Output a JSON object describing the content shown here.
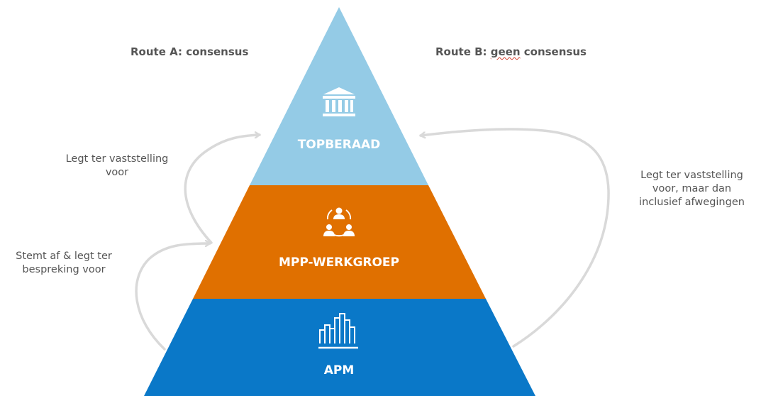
{
  "route_a_label": "Route A: consensus",
  "route_b_label_pre": "Route B: ",
  "route_b_label_word": "geen",
  "route_b_label_post": " consensus",
  "annotations": {
    "left_top": [
      "Legt ter vaststelling",
      "voor"
    ],
    "left_bottom": [
      "Stemt af & legt ter",
      "bespreking voor"
    ],
    "right": [
      "Legt ter vaststelling",
      "voor, maar dan",
      "inclusief afwegingen"
    ]
  },
  "tiers": {
    "top": {
      "label": "TOPBERAAD",
      "color": "#94cbe6",
      "icon": "building-icon"
    },
    "middle": {
      "label": "MPP-WERKGROEP",
      "color": "#e07000",
      "icon": "team-icon"
    },
    "bottom": {
      "label": "APM",
      "color": "#0a78c8",
      "icon": "bar-chart-icon"
    }
  },
  "arrow_color": "#d9d9d9"
}
